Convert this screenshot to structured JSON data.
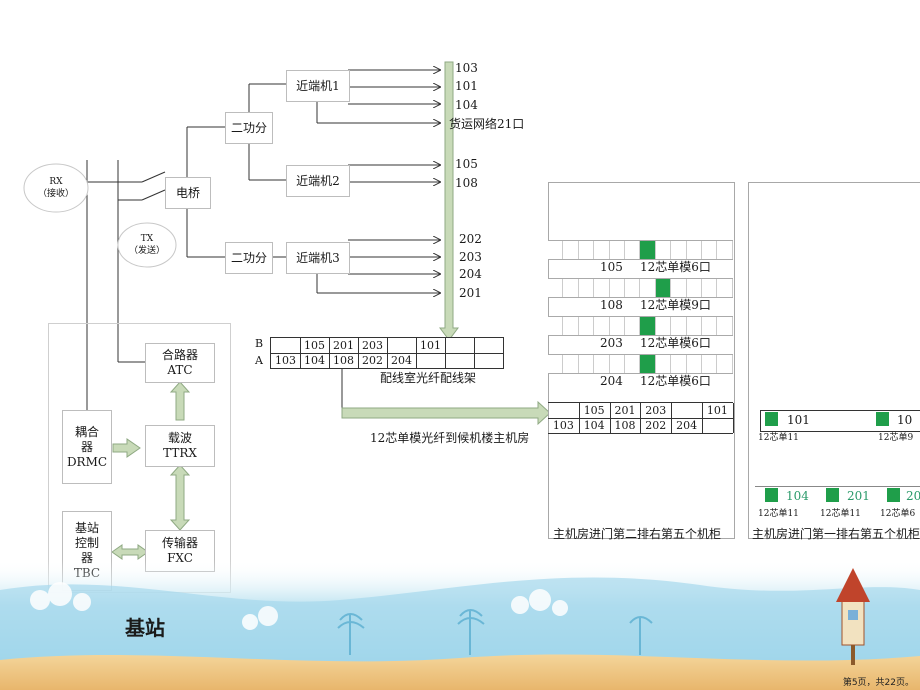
{
  "base_station": {
    "title": "基站",
    "rx_label": "RX\n（接收）",
    "tx_label": "TX\n（发送）",
    "combiner": "合路器\nATC",
    "coupler": "耦合\n器\nDRMC",
    "carrier": "载波\nTTRX",
    "controller": "基站\n控制\n器\nTBC",
    "transmitter": "传输器\nFXC"
  },
  "network": {
    "bridge": "电桥",
    "splitter_top": "二功分",
    "splitter_bottom": "二功分",
    "near_end_1": "近端机1",
    "near_end_2": "近端机2",
    "near_end_3": "近端机3",
    "outputs_1": [
      "103",
      "101",
      "104",
      "货运网络21口"
    ],
    "outputs_2": [
      "105",
      "108"
    ],
    "outputs_3": [
      "202",
      "203",
      "204",
      "201"
    ]
  },
  "odf": {
    "row_b_label": "B",
    "row_a_label": "A",
    "row_b": [
      "",
      "105",
      "201",
      "203",
      "",
      "101",
      "",
      ""
    ],
    "row_a": [
      "103",
      "104",
      "108",
      "202",
      "204",
      "",
      "",
      ""
    ],
    "caption": "配线室光纤配线架",
    "link_caption": "12芯单模光纤到候机楼主机房"
  },
  "cabinet_1": {
    "caption": "主机房进门第二排右第五个机柜",
    "modules": [
      {
        "port": "105",
        "label": "12芯单模6口"
      },
      {
        "port": "108",
        "label": "12芯单模9口"
      },
      {
        "port": "203",
        "label": "12芯单模6口"
      },
      {
        "port": "204",
        "label": "12芯单模6口"
      }
    ],
    "row_b": [
      "",
      "105",
      "201",
      "203",
      "",
      "101"
    ],
    "row_a": [
      "103",
      "104",
      "108",
      "202",
      "204",
      ""
    ]
  },
  "cabinet_2": {
    "caption": "主机房进门第一排右第五个机柜",
    "top_port": "101",
    "top_label": "12芯单11",
    "top_port_cut": "10",
    "top_label_cut": "12芯单9",
    "bottom_ports": [
      "104",
      "201",
      "20"
    ],
    "bottom_labels": [
      "12芯单11",
      "12芯单11",
      "12芯单6"
    ]
  },
  "footer": {
    "page": "第5页，共22页。"
  },
  "colors": {
    "green_port": "#1f9e4a",
    "port_text_green": "#2a9a6a",
    "arrow_fill": "#c8dab8",
    "line": "#333333"
  }
}
